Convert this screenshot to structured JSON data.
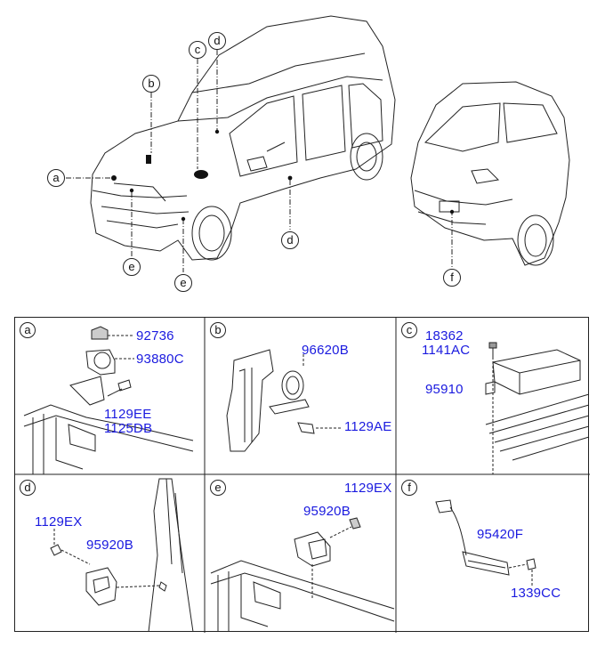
{
  "overview": {
    "labels": [
      "a",
      "b",
      "c",
      "d",
      "d",
      "e",
      "e",
      "f"
    ]
  },
  "panels": [
    {
      "id": "a",
      "parts": [
        "92736",
        "93880C",
        "1129EE",
        "1125DB"
      ]
    },
    {
      "id": "b",
      "parts": [
        "96620B",
        "1129AE"
      ]
    },
    {
      "id": "c",
      "parts": [
        "18362",
        "1141AC",
        "95910"
      ]
    },
    {
      "id": "d",
      "parts": [
        "1129EX",
        "95920B"
      ]
    },
    {
      "id": "e",
      "parts": [
        "1129EX",
        "95920B"
      ]
    },
    {
      "id": "f",
      "parts": [
        "95420F",
        "1339CC"
      ]
    }
  ],
  "colors": {
    "part_number": "#1a1adf",
    "line": "#222222"
  }
}
